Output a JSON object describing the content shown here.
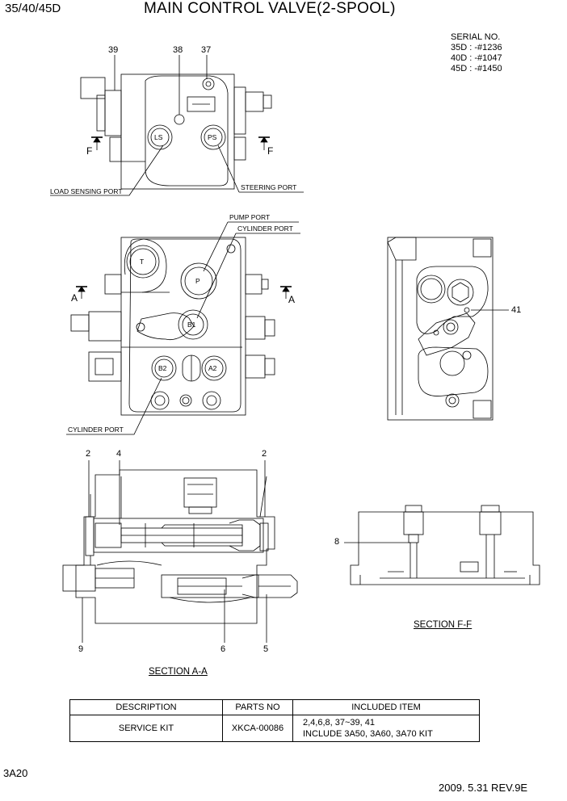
{
  "header": {
    "model": "35/40/45D",
    "title": "MAIN CONTROL VALVE(2-SPOOL)"
  },
  "serial": {
    "heading": "SERIAL NO.",
    "lines": [
      "35D : -#1236",
      "40D : -#1047",
      "45D : -#1450"
    ]
  },
  "ports": {
    "ls": "LS",
    "ps": "PS",
    "t": "T",
    "p": "P",
    "b1": "B1",
    "b2": "B2",
    "a2": "A2"
  },
  "labels": {
    "load_sensing": "LOAD SENSING PORT",
    "steering": "STEERING PORT",
    "pump": "PUMP PORT",
    "cylinder_top": "CYLINDER PORT",
    "cylinder_bottom": "CYLINDER PORT"
  },
  "section_marks": {
    "f": "F",
    "a": "A"
  },
  "callouts": {
    "c39": "39",
    "c38": "38",
    "c37": "37",
    "c41": "41",
    "c2": "2",
    "c4": "4",
    "c9": "9",
    "c6": "6",
    "c5": "5",
    "c8": "8"
  },
  "sections": {
    "aa": "SECTION A-A",
    "ff": "SECTION F-F"
  },
  "kit_table": {
    "headers": [
      "DESCRIPTION",
      "PARTS NO",
      "INCLUDED ITEM"
    ],
    "row": {
      "description": "SERVICE KIT",
      "parts_no": "XKCA-00086",
      "included_line1": "2,4,6,8, 37~39, 41",
      "included_line2": "INCLUDE 3A50, 3A60, 3A70 KIT"
    }
  },
  "footer": {
    "page_id": "3A20",
    "rev": "2009. 5.31  REV.9E"
  }
}
